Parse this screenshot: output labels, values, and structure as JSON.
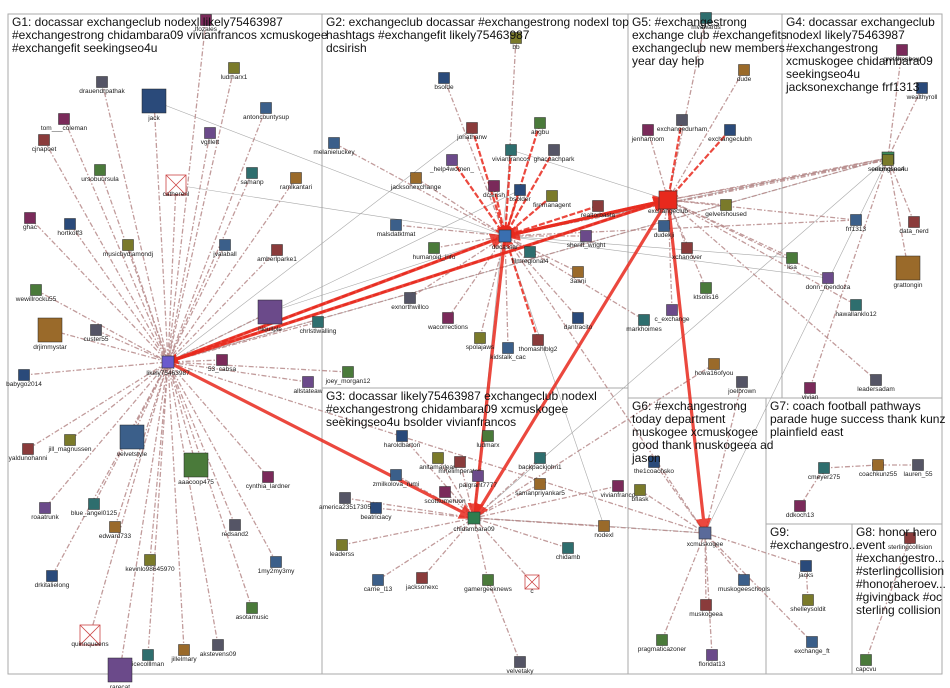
{
  "groups": [
    {
      "id": "G1",
      "title_lines": [
        "G1: docassar exchangeclub nodexl likely75463987",
        "#exchangestrong chidambara09 vivianfrancos xcmuskogee",
        "#exchangefit seekingseo4u"
      ]
    },
    {
      "id": "G2",
      "title_lines": [
        "G2: exchangeclub docassar #exchangestrong nodexl top",
        "hashtags #exchangefit likely75463987",
        "dcsirish"
      ]
    },
    {
      "id": "G3",
      "title_lines": [
        "G3: docassar likely75463987 exchangeclub nodexl",
        "#exchangestrong chidambara09 xcmuskogee",
        "seekingseo4u bsolder vivianfrancos"
      ]
    },
    {
      "id": "G4",
      "title_lines": [
        "G4: docassar exchangeclub",
        "nodexl likely75463987",
        "#exchangestrong",
        "xcmuskogee chidambara09",
        "seekingseo4u",
        "jacksonexchange frf1313"
      ]
    },
    {
      "id": "G5",
      "title_lines": [
        "G5: #exchangestrong",
        "exchange club #exchangefits",
        "exchangeclub new members",
        "year day help"
      ]
    },
    {
      "id": "G6",
      "title_lines": [
        "G6: #exchangestrong",
        "today department",
        "muskogee xcmuskogee",
        "good thank muskogeea ad",
        "jason"
      ]
    },
    {
      "id": "G7",
      "title_lines": [
        "G7: coach football pathways",
        "parade huge success thank kunz",
        "plainfield east"
      ]
    },
    {
      "id": "G8",
      "title_lines": [
        "G8: honor hero",
        "event",
        "#exchangestro...",
        "#sterlingcollision",
        "#honoraheroev...",
        "#givingback #oc",
        "sterling collision"
      ]
    },
    {
      "id": "G9",
      "title_lines": [
        "G9:",
        "#exchangestro..."
      ]
    }
  ],
  "nodes": [
    {
      "id": "likely75463987",
      "label": "likely75463987",
      "hub": true
    },
    {
      "id": "docassar",
      "label": "docassar",
      "hub": true
    },
    {
      "id": "exchangeclub",
      "label": "exchangeclub",
      "hub": true
    },
    {
      "id": "chidambara09",
      "label": "chidambara09",
      "hub": true
    },
    {
      "id": "xcmuskogee",
      "label": "xcmuskogee",
      "hub": true
    },
    {
      "id": "seekingseo4u",
      "label": "seekingseo4u",
      "hub": true
    },
    {
      "id": "drauendrpathak",
      "label": "drauendrpathak"
    },
    {
      "id": "tom_coleman",
      "label": "tom___coleman"
    },
    {
      "id": "jack",
      "label": "jack"
    },
    {
      "id": "ludmarx1",
      "label": "ludmarx1"
    },
    {
      "id": "antoncountysup",
      "label": "antoncountysup"
    },
    {
      "id": "cjnapoet",
      "label": "cjnapoet"
    },
    {
      "id": "ursobuursula",
      "label": "ursobuursula"
    },
    {
      "id": "vgillett",
      "label": "vgillett"
    },
    {
      "id": "samanp",
      "label": "samanp"
    },
    {
      "id": "ramlkantari",
      "label": "ramlkantari"
    },
    {
      "id": "catherenl",
      "label": "catherenl"
    },
    {
      "id": "ghac",
      "label": "ghac"
    },
    {
      "id": "hortkoff3",
      "label": "hortkoff3"
    },
    {
      "id": "musicbydiamondj",
      "label": "musicbydiamondj"
    },
    {
      "id": "jvalaball",
      "label": "jvalaball"
    },
    {
      "id": "amberlparke1",
      "label": "amberlparke1"
    },
    {
      "id": "wewillrocku55",
      "label": "wewillrocku55"
    },
    {
      "id": "hiquilple",
      "label": "hiquilple"
    },
    {
      "id": "chrlstlwalling",
      "label": "chrlstlwalling"
    },
    {
      "id": "drjimmystar",
      "label": "drjimmystar"
    },
    {
      "id": "custer55",
      "label": "custer55"
    },
    {
      "id": "53_cabsa",
      "label": "53_cabsa"
    },
    {
      "id": "babygo2014",
      "label": "babygo2014"
    },
    {
      "id": "jill_magnussen",
      "label": "jill_magnussen"
    },
    {
      "id": "velvetstyle",
      "label": "velvetstyle"
    },
    {
      "id": "yaldunohanni",
      "label": "yaldunohanni"
    },
    {
      "id": "aaacoop475",
      "label": "aaacoop475"
    },
    {
      "id": "roaatrunk",
      "label": "roaatrunk"
    },
    {
      "id": "blue_angel0125",
      "label": "blue_angel0125"
    },
    {
      "id": "edward733",
      "label": "edward733"
    },
    {
      "id": "redsand2",
      "label": "redsand2"
    },
    {
      "id": "cynthia_lardner",
      "label": "cynthia_lardner"
    },
    {
      "id": "drkitalielong",
      "label": "drkitalielong"
    },
    {
      "id": "kevinlo98645970",
      "label": "kevinlo98645970"
    },
    {
      "id": "1my2my3my",
      "label": "1my2my3my"
    },
    {
      "id": "quinnqueens",
      "label": "quinnqueens"
    },
    {
      "id": "asotamusic",
      "label": "asotamusic"
    },
    {
      "id": "rarecat",
      "label": "rarecat"
    },
    {
      "id": "icecolllman",
      "label": "icecolllman"
    },
    {
      "id": "jillelmary",
      "label": "jillelmary"
    },
    {
      "id": "akstevens09",
      "label": "akstevens09"
    },
    {
      "id": "lfozales",
      "label": "lfozales"
    },
    {
      "id": "bsolde",
      "label": "bsolde"
    },
    {
      "id": "bb",
      "label": "bb"
    },
    {
      "id": "melanieluckey",
      "label": "melanieluckey"
    },
    {
      "id": "jonathanw",
      "label": "jonathanw"
    },
    {
      "id": "ahgbu",
      "label": "ahgbu"
    },
    {
      "id": "help4women",
      "label": "_help4women_"
    },
    {
      "id": "vivianfrancos",
      "label": "vivianfrancos"
    },
    {
      "id": "jacksonexchange",
      "label": "jacksonexchange"
    },
    {
      "id": "ghacoachpark",
      "label": "ghacoachpark"
    },
    {
      "id": "dcsirish",
      "label": "dcsirish"
    },
    {
      "id": "bsolder",
      "label": "bsolder"
    },
    {
      "id": "firemanagent",
      "label": "firemanagent"
    },
    {
      "id": "malsdatktmat",
      "label": "malsdatktmat"
    },
    {
      "id": "realtorbasta",
      "label": "realtorbasta"
    },
    {
      "id": "humanoid_info",
      "label": "humanoid_info"
    },
    {
      "id": "sheriff_wright",
      "label": "sheriff_wright"
    },
    {
      "id": "filmregional4",
      "label": "filmregional4"
    },
    {
      "id": "3aani",
      "label": "3aani"
    },
    {
      "id": "exnorthwillco",
      "label": "exnorthwillco"
    },
    {
      "id": "wacorrections",
      "label": "wacorrections"
    },
    {
      "id": "dantracito",
      "label": "dantracito"
    },
    {
      "id": "spolajaws",
      "label": "spolajaws"
    },
    {
      "id": "kidstalk_cac",
      "label": "kidstalk_cac"
    },
    {
      "id": "thomashlblg2",
      "label": "thomashlblg2"
    },
    {
      "id": "joey_morgan12",
      "label": "joey_morgan12"
    },
    {
      "id": "allstateaw",
      "label": "allstateaw"
    },
    {
      "id": "mvdwards",
      "label": "mvdwards"
    },
    {
      "id": "dude",
      "label": "dude"
    },
    {
      "id": "exchangedurham",
      "label": "exchangedurham"
    },
    {
      "id": "jenharmom",
      "label": "jenharmom"
    },
    {
      "id": "exchangeclubh",
      "label": "exchangeclubh"
    },
    {
      "id": "gelvelshoused",
      "label": "gelvelshoused"
    },
    {
      "id": "dudekji",
      "label": "dudekji"
    },
    {
      "id": "xchanover",
      "label": "xchanover"
    },
    {
      "id": "ktsolis16",
      "label": "ktsolis16"
    },
    {
      "id": "c_exchange",
      "label": "c_exchange"
    },
    {
      "id": "markhoimes",
      "label": "markhoimes"
    },
    {
      "id": "howa16ofyou",
      "label": "howa16ofyou"
    },
    {
      "id": "joelbrown",
      "label": "joelbrown"
    },
    {
      "id": "gretchenbow",
      "label": "gretchenbow"
    },
    {
      "id": "wealthyroll",
      "label": "wealthyroll"
    },
    {
      "id": "ericmolinari",
      "label": "ericmolinari"
    },
    {
      "id": "frf1313",
      "label": "frf1313"
    },
    {
      "id": "data_nerd",
      "label": "data_nerd"
    },
    {
      "id": "lisa",
      "label": "lisa"
    },
    {
      "id": "donn_mendoza",
      "label": "donn_mendoza"
    },
    {
      "id": "hawallanklo12",
      "label": "hawallanklo12"
    },
    {
      "id": "grattongin",
      "label": "grattongin"
    },
    {
      "id": "leadersadam",
      "label": "leadersadam"
    },
    {
      "id": "vivian",
      "label": "vivian"
    },
    {
      "id": "haroldbarton",
      "label": "haroldbarton"
    },
    {
      "id": "anitamarlean",
      "label": "anitamarlean"
    },
    {
      "id": "zmilkolova_rumi",
      "label": "zmilkolova_rumi"
    },
    {
      "id": "mrtelimperatori",
      "label": "mrtelimperatori"
    },
    {
      "id": "ludmarx",
      "label": "ludmarx"
    },
    {
      "id": "palgrant7777",
      "label": "palgrant7777"
    },
    {
      "id": "backpackjohn1",
      "label": "backpackjohn1"
    },
    {
      "id": "samanpriyankar5",
      "label": "samanpriyankar5"
    },
    {
      "id": "america23517305",
      "label": "america23517305"
    },
    {
      "id": "scotttumeruon",
      "label": "scotttumeruon"
    },
    {
      "id": "beatriciacy",
      "label": "beatriciacy"
    },
    {
      "id": "leaderss",
      "label": "leaderss"
    },
    {
      "id": "carrie_l13",
      "label": "carrie_l13"
    },
    {
      "id": "jacksonexc",
      "label": "jacksonexc"
    },
    {
      "id": "gamergeeknews",
      "label": "gamergeeknews"
    },
    {
      "id": "c",
      "label": "c"
    },
    {
      "id": "chidamb",
      "label": "chidamb"
    },
    {
      "id": "nodexl",
      "label": "nodexl"
    },
    {
      "id": "velvetaky",
      "label": "velvetaky"
    },
    {
      "id": "vivianfranco",
      "label": "vivianfranco"
    },
    {
      "id": "the1coachsko",
      "label": "the1coachsko"
    },
    {
      "id": "bflask",
      "label": "bflask"
    },
    {
      "id": "muskogeeschools",
      "label": "muskogeeschools"
    },
    {
      "id": "muskogeea",
      "label": "muskogeea"
    },
    {
      "id": "pragmaticazoner",
      "label": "pragmaticazoner"
    },
    {
      "id": "floridat13",
      "label": "floridat13"
    },
    {
      "id": "cmeyer275",
      "label": "cmeyer275"
    },
    {
      "id": "coachkunz55",
      "label": "coachkunz55"
    },
    {
      "id": "lauren_55",
      "label": "lauren_55"
    },
    {
      "id": "ddkoch13",
      "label": "ddkoch13"
    },
    {
      "id": "jacks",
      "label": "jacks"
    },
    {
      "id": "shelleysoldit",
      "label": "shelleysoldit"
    },
    {
      "id": "exchange_ft",
      "label": "exchange_ft"
    },
    {
      "id": "sterlingcollision",
      "label": "sterlingcollision"
    },
    {
      "id": "capcvu",
      "label": "capcvu"
    }
  ],
  "colors": {
    "edge_strong": "#e8291d",
    "edge_weak": "#b78a8a",
    "edge_thin": "#9a9a9a",
    "box_border": "#aaaaaa"
  }
}
